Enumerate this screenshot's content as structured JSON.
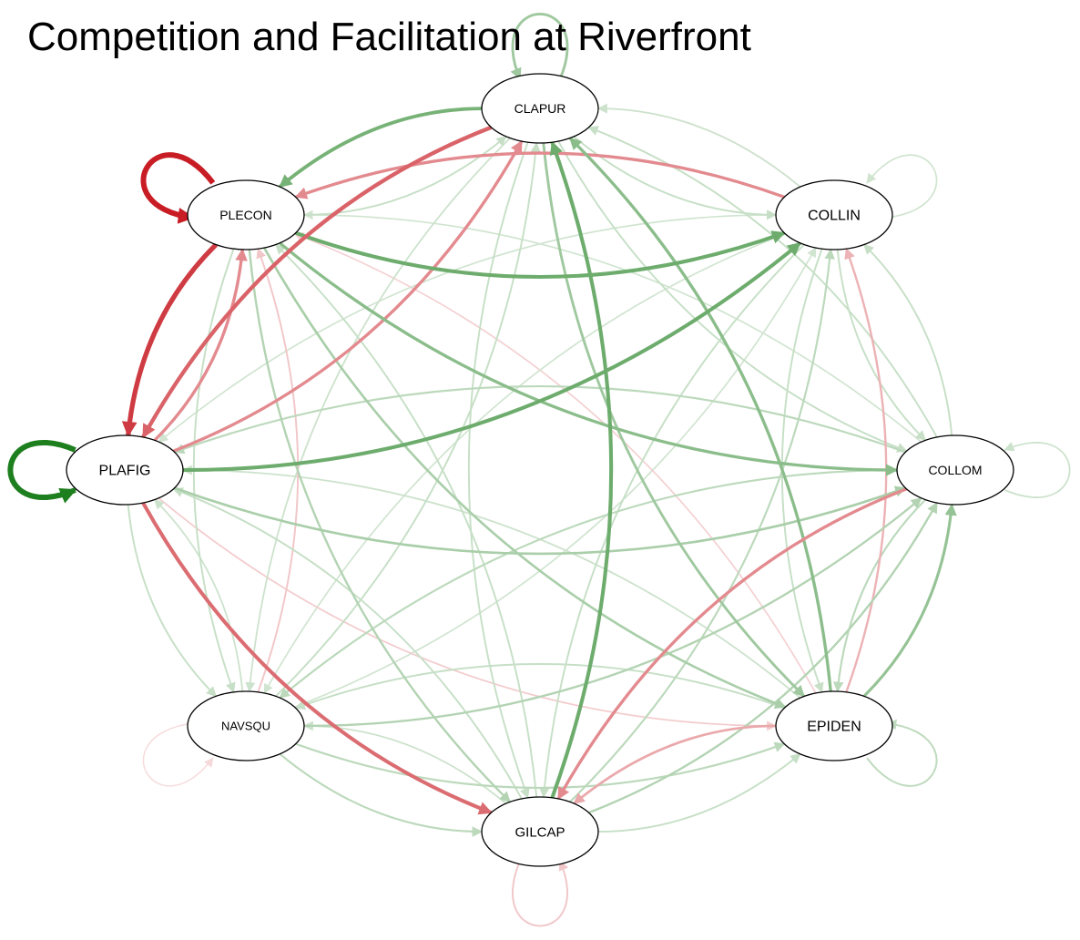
{
  "title": "Competition and Facilitation at Riverfront",
  "colors": {
    "facilitation": "#1e7f1e",
    "competition": "#c81d25"
  },
  "nodes": [
    {
      "id": "CLAPUR",
      "label": "CLAPUR"
    },
    {
      "id": "COLLIN",
      "label": "COLLIN"
    },
    {
      "id": "COLLOM",
      "label": "COLLOM"
    },
    {
      "id": "EPIDEN",
      "label": "EPIDEN"
    },
    {
      "id": "GILCAP",
      "label": "GILCAP"
    },
    {
      "id": "NAVSQU",
      "label": "NAVSQU"
    },
    {
      "id": "PLAFIG",
      "label": "PLAFIG"
    },
    {
      "id": "PLECON",
      "label": "PLECON"
    }
  ],
  "edges": [
    {
      "from": "PLECON",
      "to": "PLECON",
      "sign": "competition",
      "strength": 1.0
    },
    {
      "from": "PLAFIG",
      "to": "PLAFIG",
      "sign": "facilitation",
      "strength": 1.0
    },
    {
      "from": "CLAPUR",
      "to": "CLAPUR",
      "sign": "facilitation",
      "strength": 0.35
    },
    {
      "from": "COLLIN",
      "to": "COLLIN",
      "sign": "facilitation",
      "strength": 0.1
    },
    {
      "from": "COLLOM",
      "to": "COLLOM",
      "sign": "facilitation",
      "strength": 0.12
    },
    {
      "from": "EPIDEN",
      "to": "EPIDEN",
      "sign": "facilitation",
      "strength": 0.18
    },
    {
      "from": "GILCAP",
      "to": "GILCAP",
      "sign": "competition",
      "strength": 0.15
    },
    {
      "from": "NAVSQU",
      "to": "NAVSQU",
      "sign": "competition",
      "strength": 0.05
    },
    {
      "from": "CLAPUR",
      "to": "PLECON",
      "sign": "facilitation",
      "strength": 0.55
    },
    {
      "from": "PLECON",
      "to": "COLLIN",
      "sign": "facilitation",
      "strength": 0.6
    },
    {
      "from": "COLLIN",
      "to": "PLECON",
      "sign": "competition",
      "strength": 0.45
    },
    {
      "from": "PLECON",
      "to": "PLAFIG",
      "sign": "competition",
      "strength": 0.85
    },
    {
      "from": "CLAPUR",
      "to": "PLAFIG",
      "sign": "competition",
      "strength": 0.65
    },
    {
      "from": "PLAFIG",
      "to": "PLECON",
      "sign": "competition",
      "strength": 0.45
    },
    {
      "from": "PLAFIG",
      "to": "CLAPUR",
      "sign": "competition",
      "strength": 0.45
    },
    {
      "from": "PLAFIG",
      "to": "COLLIN",
      "sign": "facilitation",
      "strength": 0.6
    },
    {
      "from": "PLAFIG",
      "to": "GILCAP",
      "sign": "competition",
      "strength": 0.6
    },
    {
      "from": "GILCAP",
      "to": "CLAPUR",
      "sign": "facilitation",
      "strength": 0.6
    },
    {
      "from": "EPIDEN",
      "to": "CLAPUR",
      "sign": "facilitation",
      "strength": 0.45
    },
    {
      "from": "CLAPUR",
      "to": "EPIDEN",
      "sign": "facilitation",
      "strength": 0.35
    },
    {
      "from": "COLLOM",
      "to": "GILCAP",
      "sign": "competition",
      "strength": 0.45
    },
    {
      "from": "EPIDEN",
      "to": "GILCAP",
      "sign": "competition",
      "strength": 0.3
    },
    {
      "from": "EPIDEN",
      "to": "COLLIN",
      "sign": "competition",
      "strength": 0.25
    },
    {
      "from": "EPIDEN",
      "to": "COLLOM",
      "sign": "facilitation",
      "strength": 0.4
    },
    {
      "from": "PLECON",
      "to": "COLLOM",
      "sign": "facilitation",
      "strength": 0.45
    },
    {
      "from": "PLECON",
      "to": "EPIDEN",
      "sign": "facilitation",
      "strength": 0.3
    },
    {
      "from": "PLECON",
      "to": "GILCAP",
      "sign": "facilitation",
      "strength": 0.25
    },
    {
      "from": "PLAFIG",
      "to": "COLLOM",
      "sign": "facilitation",
      "strength": 0.3
    },
    {
      "from": "COLLOM",
      "to": "PLAFIG",
      "sign": "facilitation",
      "strength": 0.2
    },
    {
      "from": "PLAFIG",
      "to": "NAVSQU",
      "sign": "facilitation",
      "strength": 0.15
    },
    {
      "from": "PLAFIG",
      "to": "EPIDEN",
      "sign": "competition",
      "strength": 0.12
    },
    {
      "from": "NAVSQU",
      "to": "COLLOM",
      "sign": "facilitation",
      "strength": 0.25
    },
    {
      "from": "NAVSQU",
      "to": "EPIDEN",
      "sign": "facilitation",
      "strength": 0.2
    },
    {
      "from": "NAVSQU",
      "to": "GILCAP",
      "sign": "facilitation",
      "strength": 0.2
    },
    {
      "from": "NAVSQU",
      "to": "CLAPUR",
      "sign": "facilitation",
      "strength": 0.15
    },
    {
      "from": "NAVSQU",
      "to": "PLECON",
      "sign": "competition",
      "strength": 0.15
    },
    {
      "from": "NAVSQU",
      "to": "COLLIN",
      "sign": "facilitation",
      "strength": 0.1
    },
    {
      "from": "GILCAP",
      "to": "NAVSQU",
      "sign": "facilitation",
      "strength": 0.12
    },
    {
      "from": "GILCAP",
      "to": "COLLOM",
      "sign": "facilitation",
      "strength": 0.25
    },
    {
      "from": "GILCAP",
      "to": "EPIDEN",
      "sign": "facilitation",
      "strength": 0.15
    },
    {
      "from": "GILCAP",
      "to": "COLLIN",
      "sign": "facilitation",
      "strength": 0.2
    },
    {
      "from": "GILCAP",
      "to": "PLAFIG",
      "sign": "facilitation",
      "strength": 0.15
    },
    {
      "from": "GILCAP",
      "to": "PLECON",
      "sign": "facilitation",
      "strength": 0.15
    },
    {
      "from": "EPIDEN",
      "to": "NAVSQU",
      "sign": "facilitation",
      "strength": 0.15
    },
    {
      "from": "EPIDEN",
      "to": "PLAFIG",
      "sign": "facilitation",
      "strength": 0.12
    },
    {
      "from": "EPIDEN",
      "to": "PLECON",
      "sign": "competition",
      "strength": 0.1
    },
    {
      "from": "COLLOM",
      "to": "NAVSQU",
      "sign": "facilitation",
      "strength": 0.2
    },
    {
      "from": "COLLOM",
      "to": "EPIDEN",
      "sign": "facilitation",
      "strength": 0.2
    },
    {
      "from": "COLLOM",
      "to": "COLLIN",
      "sign": "facilitation",
      "strength": 0.15
    },
    {
      "from": "COLLOM",
      "to": "CLAPUR",
      "sign": "facilitation",
      "strength": 0.15
    },
    {
      "from": "COLLOM",
      "to": "PLECON",
      "sign": "facilitation",
      "strength": 0.1
    },
    {
      "from": "COLLIN",
      "to": "COLLOM",
      "sign": "facilitation",
      "strength": 0.15
    },
    {
      "from": "COLLIN",
      "to": "EPIDEN",
      "sign": "facilitation",
      "strength": 0.15
    },
    {
      "from": "COLLIN",
      "to": "GILCAP",
      "sign": "facilitation",
      "strength": 0.15
    },
    {
      "from": "COLLIN",
      "to": "NAVSQU",
      "sign": "facilitation",
      "strength": 0.1
    },
    {
      "from": "COLLIN",
      "to": "CLAPUR",
      "sign": "facilitation",
      "strength": 0.12
    },
    {
      "from": "COLLIN",
      "to": "PLAFIG",
      "sign": "facilitation",
      "strength": 0.1
    },
    {
      "from": "CLAPUR",
      "to": "COLLIN",
      "sign": "facilitation",
      "strength": 0.15
    },
    {
      "from": "CLAPUR",
      "to": "COLLOM",
      "sign": "facilitation",
      "strength": 0.15
    },
    {
      "from": "CLAPUR",
      "to": "GILCAP",
      "sign": "facilitation",
      "strength": 0.15
    },
    {
      "from": "CLAPUR",
      "to": "NAVSQU",
      "sign": "facilitation",
      "strength": 0.12
    },
    {
      "from": "PLECON",
      "to": "NAVSQU",
      "sign": "facilitation",
      "strength": 0.15
    },
    {
      "from": "PLECON",
      "to": "CLAPUR",
      "sign": "facilitation",
      "strength": 0.15
    },
    {
      "from": "PLAFIG",
      "to": "PLECON",
      "sign": "facilitation",
      "strength": 0.15
    },
    {
      "from": "COLLIN",
      "to": "CLAPUR",
      "sign": "competition",
      "strength": 0.08
    },
    {
      "from": "NAVSQU",
      "to": "PLAFIG",
      "sign": "facilitation",
      "strength": 0.12
    }
  ]
}
